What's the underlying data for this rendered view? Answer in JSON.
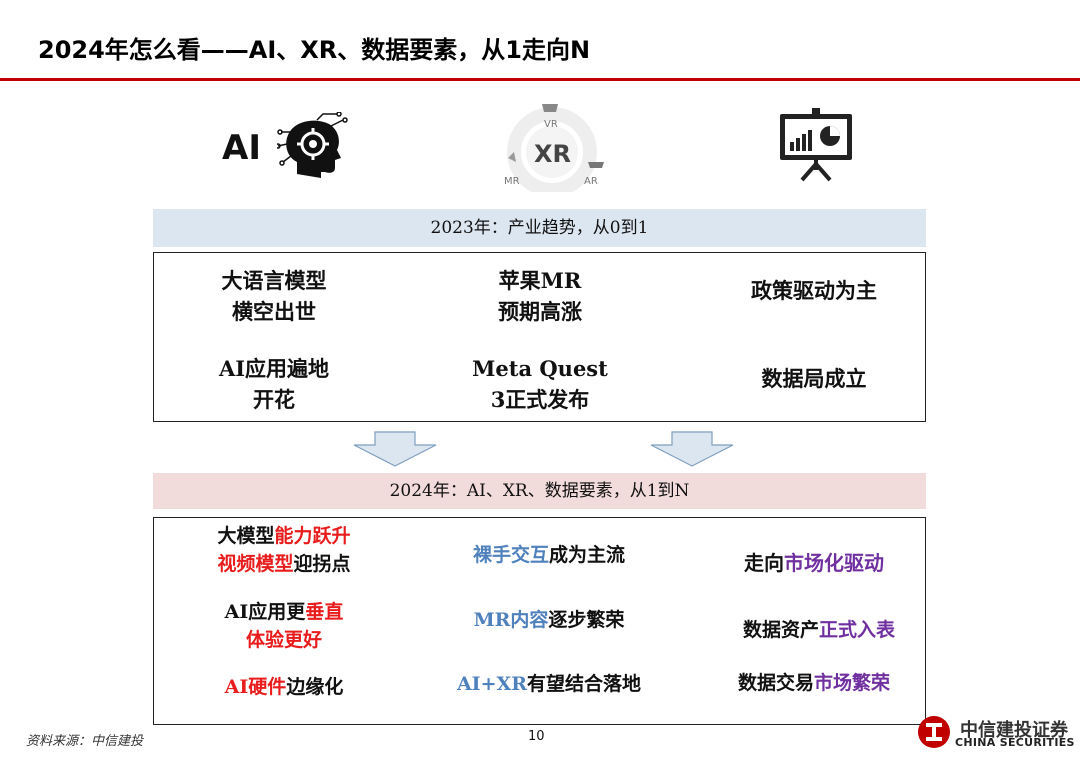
{
  "title": "2024年怎么看——AI、XR、数据要素，从1走向N",
  "icons": {
    "ai_label": "AI",
    "xr_label": "XR",
    "xr_vr": "VR",
    "xr_mr": "MR",
    "xr_ar": "AR"
  },
  "band_2023": "2023年：产业趋势，从0到1",
  "box_2023": {
    "ai_1": {
      "line1": "大语言模型",
      "line2": "横空出世"
    },
    "xr_1": {
      "line1": "苹果MR",
      "line2": "预期高涨"
    },
    "data_1": {
      "line1": "政策驱动为主"
    },
    "ai_2": {
      "line1": "AI应用遍地",
      "line2": "开花"
    },
    "xr_2": {
      "line1": "Meta Quest",
      "line2": "3正式发布"
    },
    "data_2": {
      "line1": "数据局成立"
    }
  },
  "band_2024": "2024年：AI、XR、数据要素，从1到N",
  "box_2024": {
    "ai_1": {
      "a": "大模型",
      "b": "能力跃升",
      "c": "视频模型",
      "d": "迎拐点"
    },
    "xr_1": {
      "a": "裸手交互",
      "b": "成为主流"
    },
    "data_1": {
      "a": "走向",
      "b": "市场化驱动"
    },
    "ai_2": {
      "a": "AI应用更",
      "b": "垂直",
      "c": "体验更好"
    },
    "xr_2": {
      "a": "MR内容",
      "b": "逐步繁荣"
    },
    "data_2": {
      "a": "数据资产",
      "b": "正式入表"
    },
    "ai_3": {
      "a": "AI硬件",
      "b": "边缘化"
    },
    "xr_3": {
      "a": "AI+XR",
      "b": "有望结合落地"
    },
    "data_3": {
      "a": "数据交易",
      "b": "市场繁荣"
    }
  },
  "footer": {
    "source": "资料来源：中信建投",
    "page_number": "10",
    "logo_cn": "中信建投证券",
    "logo_en": "CHINA SECURITIES"
  },
  "colors": {
    "accent_red": "#c00000",
    "highlight_red": "#e81c1c",
    "highlight_blue": "#4f81bd",
    "highlight_purple": "#7030a0",
    "band_blue": "#dce6f1",
    "band_pink": "#f2dcdb"
  }
}
